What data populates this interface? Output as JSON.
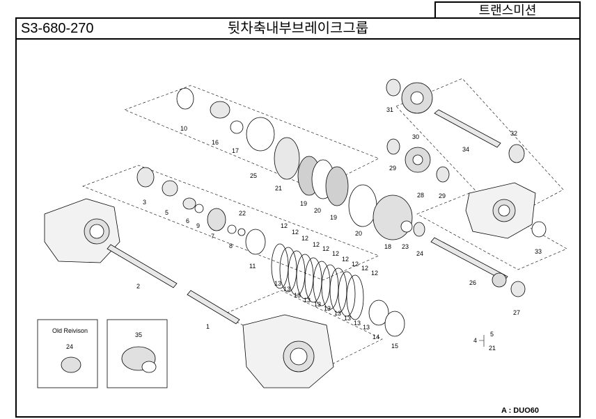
{
  "header": {
    "category": "트랜스미션",
    "part_code": "S3-680-270",
    "group_title": "뒷차축내부브레이크그룹"
  },
  "inset": {
    "old_revision_label": "Old Reivison",
    "old_revision_part": "24",
    "new_part": "35"
  },
  "legend": {
    "parent": "4",
    "child_a": "5",
    "child_b": "21"
  },
  "footer": {
    "model_label": "A : DUO60"
  },
  "part_labels": [
    "10",
    "16",
    "17",
    "25",
    "21",
    "19",
    "20",
    "19",
    "20",
    "18",
    "23",
    "24",
    "31",
    "30",
    "34",
    "32",
    "29",
    "28",
    "29",
    "33",
    "3",
    "5",
    "6",
    "9",
    "7",
    "8",
    "22",
    "11",
    "2",
    "1",
    "26",
    "27",
    "14",
    "15",
    "12",
    "12",
    "12",
    "12",
    "12",
    "12",
    "12",
    "12",
    "12",
    "12",
    "13",
    "13",
    "13",
    "13",
    "13",
    "13",
    "13",
    "13",
    "13",
    "13"
  ]
}
